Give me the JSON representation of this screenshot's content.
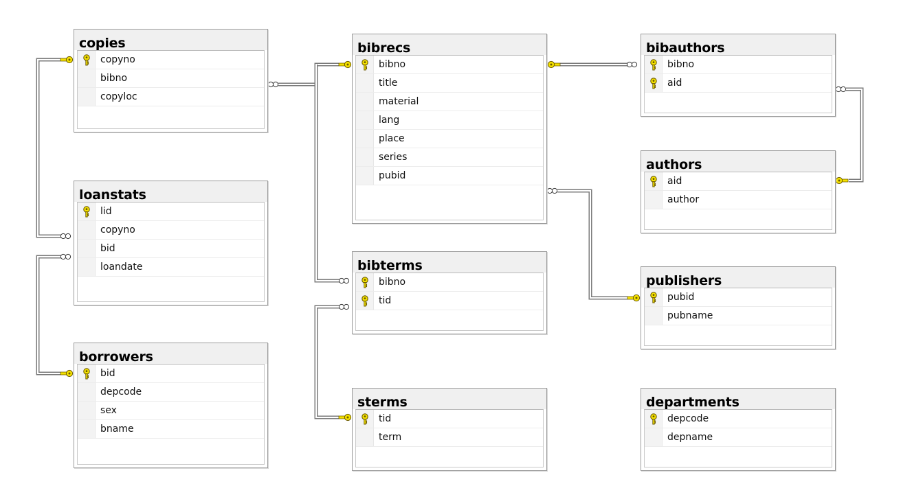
{
  "diagram": {
    "tables": [
      {
        "name": "copies",
        "fields": [
          {
            "name": "copyno",
            "pk": true
          },
          {
            "name": "bibno",
            "pk": false
          },
          {
            "name": "copyloc",
            "pk": false
          }
        ]
      },
      {
        "name": "loanstats",
        "fields": [
          {
            "name": "lid",
            "pk": true
          },
          {
            "name": "copyno",
            "pk": false
          },
          {
            "name": "bid",
            "pk": false
          },
          {
            "name": "loandate",
            "pk": false
          }
        ]
      },
      {
        "name": "borrowers",
        "fields": [
          {
            "name": "bid",
            "pk": true
          },
          {
            "name": "depcode",
            "pk": false
          },
          {
            "name": "sex",
            "pk": false
          },
          {
            "name": "bname",
            "pk": false
          }
        ]
      },
      {
        "name": "bibrecs",
        "fields": [
          {
            "name": "bibno",
            "pk": true
          },
          {
            "name": "title",
            "pk": false
          },
          {
            "name": "material",
            "pk": false
          },
          {
            "name": "lang",
            "pk": false
          },
          {
            "name": "place",
            "pk": false
          },
          {
            "name": "series",
            "pk": false
          },
          {
            "name": "pubid",
            "pk": false
          }
        ]
      },
      {
        "name": "bibterms",
        "fields": [
          {
            "name": "bibno",
            "pk": true
          },
          {
            "name": "tid",
            "pk": true
          }
        ]
      },
      {
        "name": "sterms",
        "fields": [
          {
            "name": "tid",
            "pk": true
          },
          {
            "name": "term",
            "pk": false
          }
        ]
      },
      {
        "name": "bibauthors",
        "fields": [
          {
            "name": "bibno",
            "pk": true
          },
          {
            "name": "aid",
            "pk": true
          }
        ]
      },
      {
        "name": "authors",
        "fields": [
          {
            "name": "aid",
            "pk": true
          },
          {
            "name": "author",
            "pk": false
          }
        ]
      },
      {
        "name": "publishers",
        "fields": [
          {
            "name": "pubid",
            "pk": true
          },
          {
            "name": "pubname",
            "pk": false
          }
        ]
      },
      {
        "name": "departments",
        "fields": [
          {
            "name": "depcode",
            "pk": true
          },
          {
            "name": "depname",
            "pk": false
          }
        ]
      }
    ],
    "relationships": [
      {
        "from": "loanstats.copyno",
        "to": "copies.copyno"
      },
      {
        "from": "loanstats.bid",
        "to": "borrowers.bid"
      },
      {
        "from": "copies.bibno",
        "to": "bibrecs.bibno"
      },
      {
        "from": "bibterms.bibno",
        "to": "bibrecs.bibno"
      },
      {
        "from": "bibterms.tid",
        "to": "sterms.tid"
      },
      {
        "from": "bibauthors.bibno",
        "to": "bibrecs.bibno"
      },
      {
        "from": "bibauthors.aid",
        "to": "authors.aid"
      },
      {
        "from": "bibrecs.pubid",
        "to": "publishers.pubid"
      }
    ],
    "colors": {
      "key": "#f5e200",
      "connector": "#808080",
      "header": "#f0f0f0",
      "border": "#9a9a9a"
    }
  }
}
